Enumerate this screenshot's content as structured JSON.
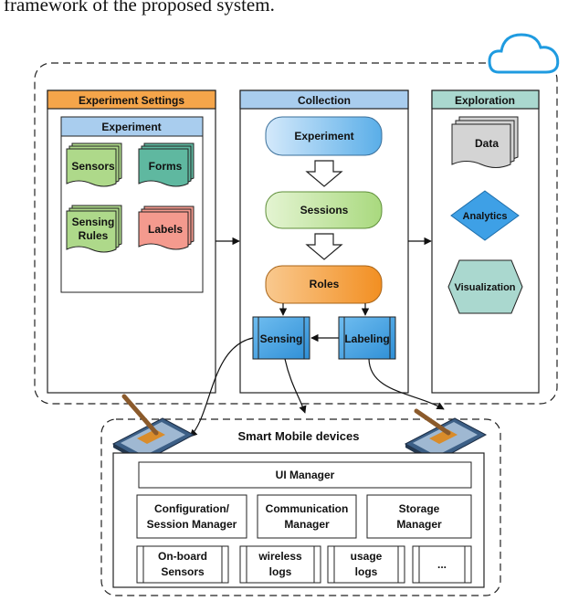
{
  "caption": "framework of the proposed system.",
  "cloud_icon": "cloud-icon",
  "device_icon": "smartphone-icon",
  "colors": {
    "orange_header": "#f5a54a",
    "blue_header": "#a9cdee",
    "teal_header": "#aad8cf",
    "green_doc": "#aed98a",
    "teal_doc": "#5fb8a0",
    "red_doc": "#f49a8e",
    "blue_node": "#5aaee8",
    "green_node": "#b5de8c",
    "orange_node": "#f59a32",
    "cloud": "#1f9be0"
  },
  "experiment_settings": {
    "title": "Experiment Settings",
    "panel_title": "Experiment",
    "items": [
      "Sensors",
      "Forms",
      "Sensing",
      "Rules",
      "Labels"
    ]
  },
  "collection": {
    "title": "Collection",
    "steps": [
      "Experiment",
      "Sessions",
      "Roles"
    ],
    "sensing": "Sensing",
    "labeling": "Labeling"
  },
  "exploration": {
    "title": "Exploration",
    "data": "Data",
    "analytics": "Analytics",
    "visualization": "Visualization"
  },
  "mobile": {
    "title": "Smart Mobile devices",
    "ui_manager": "UI Manager",
    "config_line1": "Configuration/",
    "config_line2": "Session Manager",
    "comm_line1": "Communication",
    "comm_line2": "Manager",
    "storage_line1": "Storage",
    "storage_line2": "Manager",
    "onboard_line1": "On-board",
    "onboard_line2": "Sensors",
    "wireless_line1": "wireless",
    "wireless_line2": "logs",
    "usage_line1": "usage",
    "usage_line2": "logs",
    "more": "..."
  }
}
